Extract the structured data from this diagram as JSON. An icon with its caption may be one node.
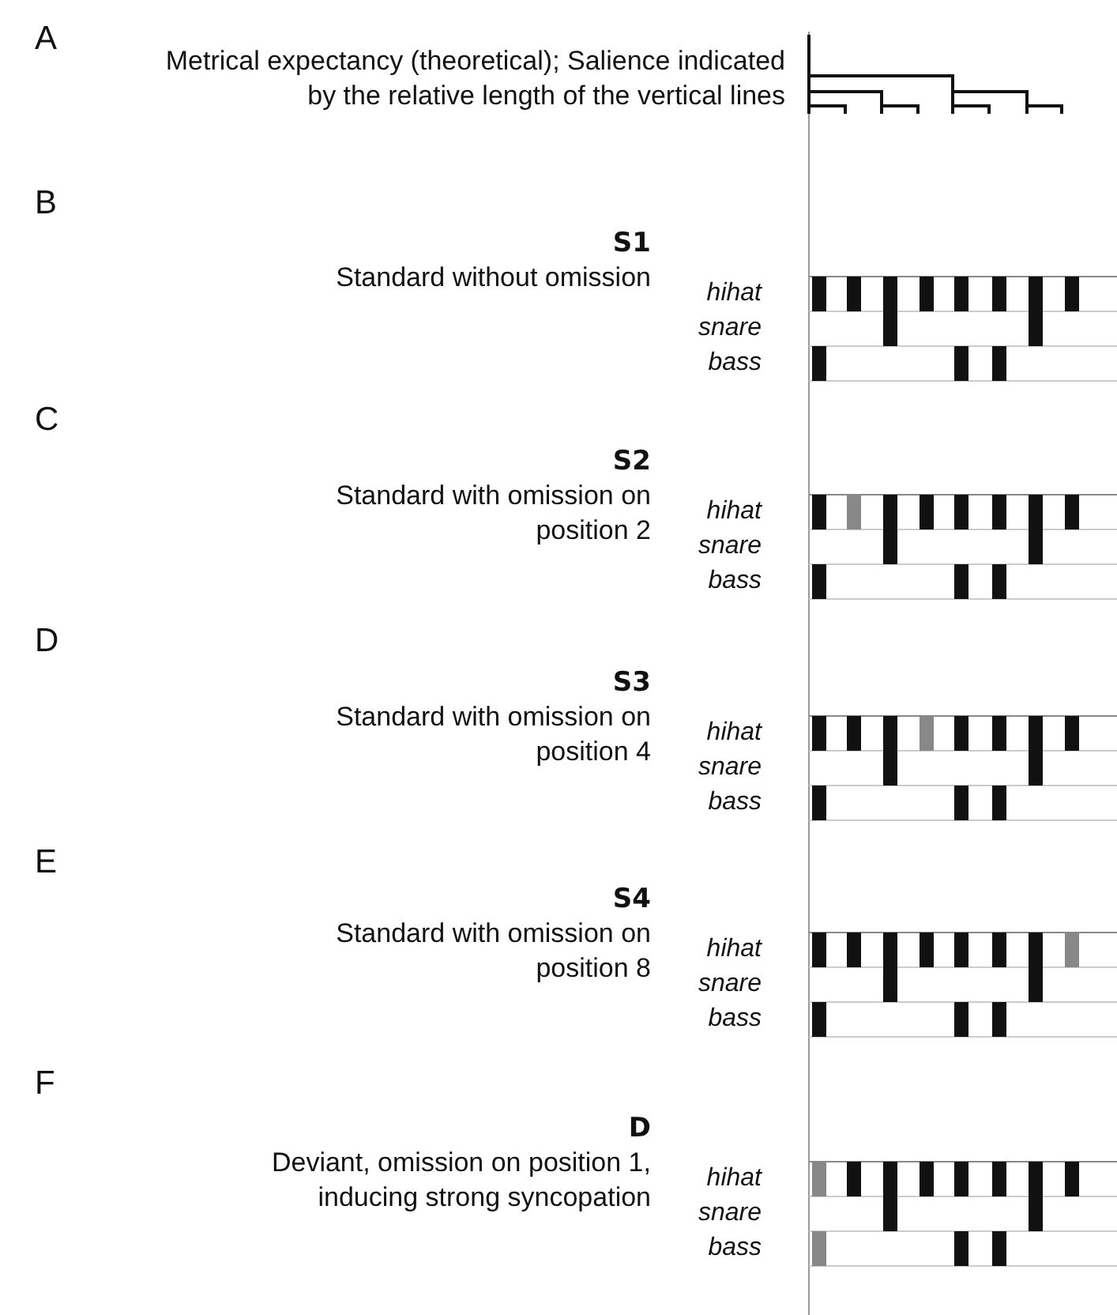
{
  "diagram": {
    "labels": [
      "A",
      "Metrical expectancy (theoretical); Salience indicated by the relative length of the vertical lines",
      "B",
      "S1",
      "Standard without omission",
      "hihat",
      "snare",
      "bass",
      "C",
      "S2",
      "Standard with omission on position 2",
      "hihat",
      "snare",
      "bass",
      "D",
      "S3",
      "Standard with omission on position 4",
      "hihat",
      "snare",
      "bass",
      "E",
      "S4",
      "Standard with omission on position 8",
      "hihat",
      "snare",
      "bass",
      "F",
      "D",
      "Deviant, omission on position 1, inducing strong syncopation",
      "hihat",
      "snare",
      "bass"
    ]
  }
}
